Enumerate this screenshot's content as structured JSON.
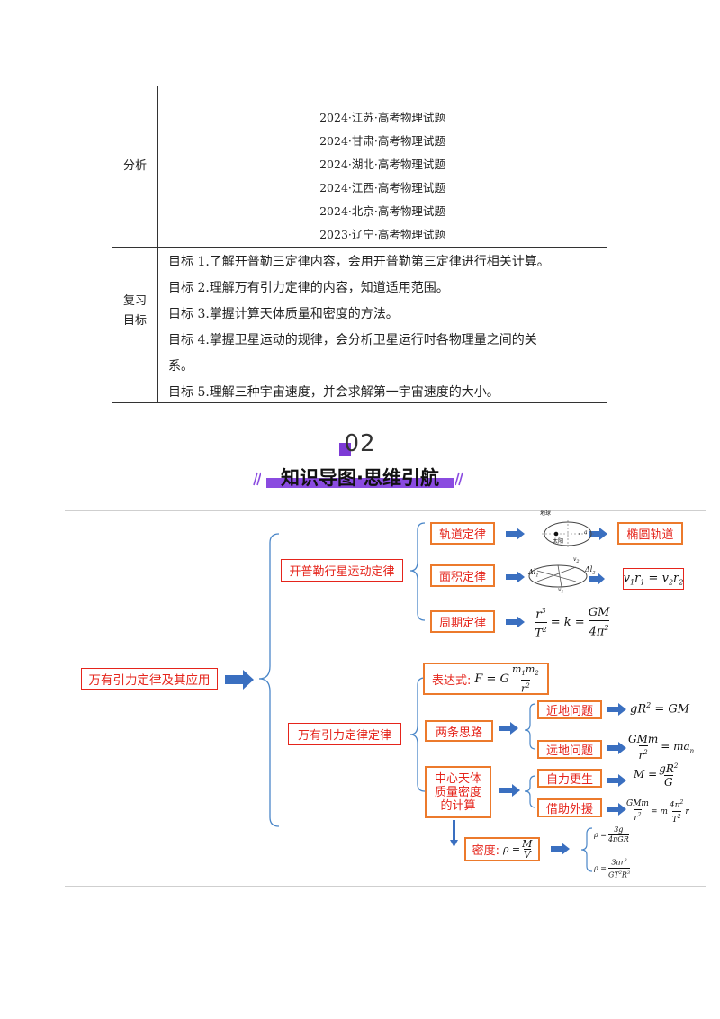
{
  "table": {
    "analysis_label": "分析",
    "sources": [
      "2024·江苏·高考物理试题",
      "2024·甘肃·高考物理试题",
      "2024·湖北·高考物理试题",
      "2024·江西·高考物理试题",
      "2024·北京·高考物理试题",
      "2023·辽宁·高考物理试题"
    ],
    "review_label_1": "复习",
    "review_label_2": "目标",
    "goals": [
      "目标 1.了解开普勒三定律内容，会用开普勒第三定律进行相关计算。",
      "目标 2.理解万有引力定律的内容，知道适用范围。",
      "目标 3.掌握计算天体质量和密度的方法。",
      "目标 4.掌握卫星运动的规律，会分析卫星运行时各物理量之间的关",
      "系。",
      "目标 5.理解三种宇宙速度，并会求解第一宇宙速度的大小。"
    ]
  },
  "section": {
    "number": "02",
    "title": "知识导图·思维引航"
  },
  "mindmap": {
    "root": "万有引力定律及其应用",
    "kepler": {
      "label": "开普勒行星运动定律",
      "orbit_law": "轨道定律",
      "orbit_result": "椭圆轨道",
      "area_law": "面积定律",
      "period_law": "周期定律",
      "diagram_earth": "地球",
      "diagram_sun": "太阳"
    },
    "gravity": {
      "label": "万有引力定律定律",
      "expression_label": "表达式:",
      "two_approaches": "两条思路",
      "near_ground": "近地问题",
      "far_ground": "远地问题",
      "mass_density": [
        "中心天体",
        "质量密度",
        "的计算"
      ],
      "self_reliance": "自力更生",
      "external_help": "借助外援",
      "density_label": "密度:"
    }
  }
}
